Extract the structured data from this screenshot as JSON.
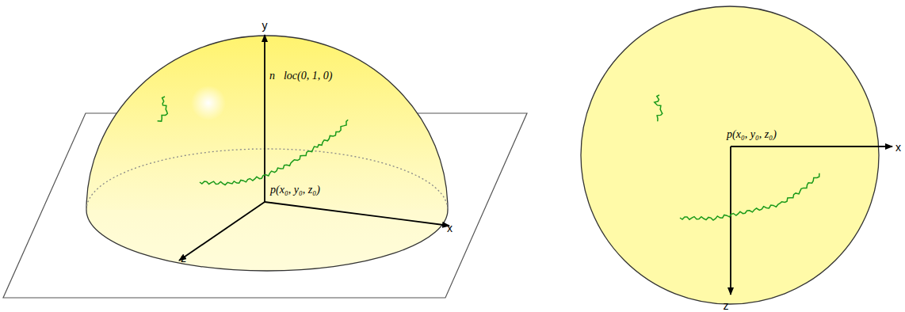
{
  "diagram": {
    "labels": [
      "y",
      "n⃗loc(0, 1, 0)",
      "p(x₀, y₀, z₀)",
      "x",
      "z",
      "p(x₀, y₀, z₀)",
      "x",
      "z"
    ]
  }
}
